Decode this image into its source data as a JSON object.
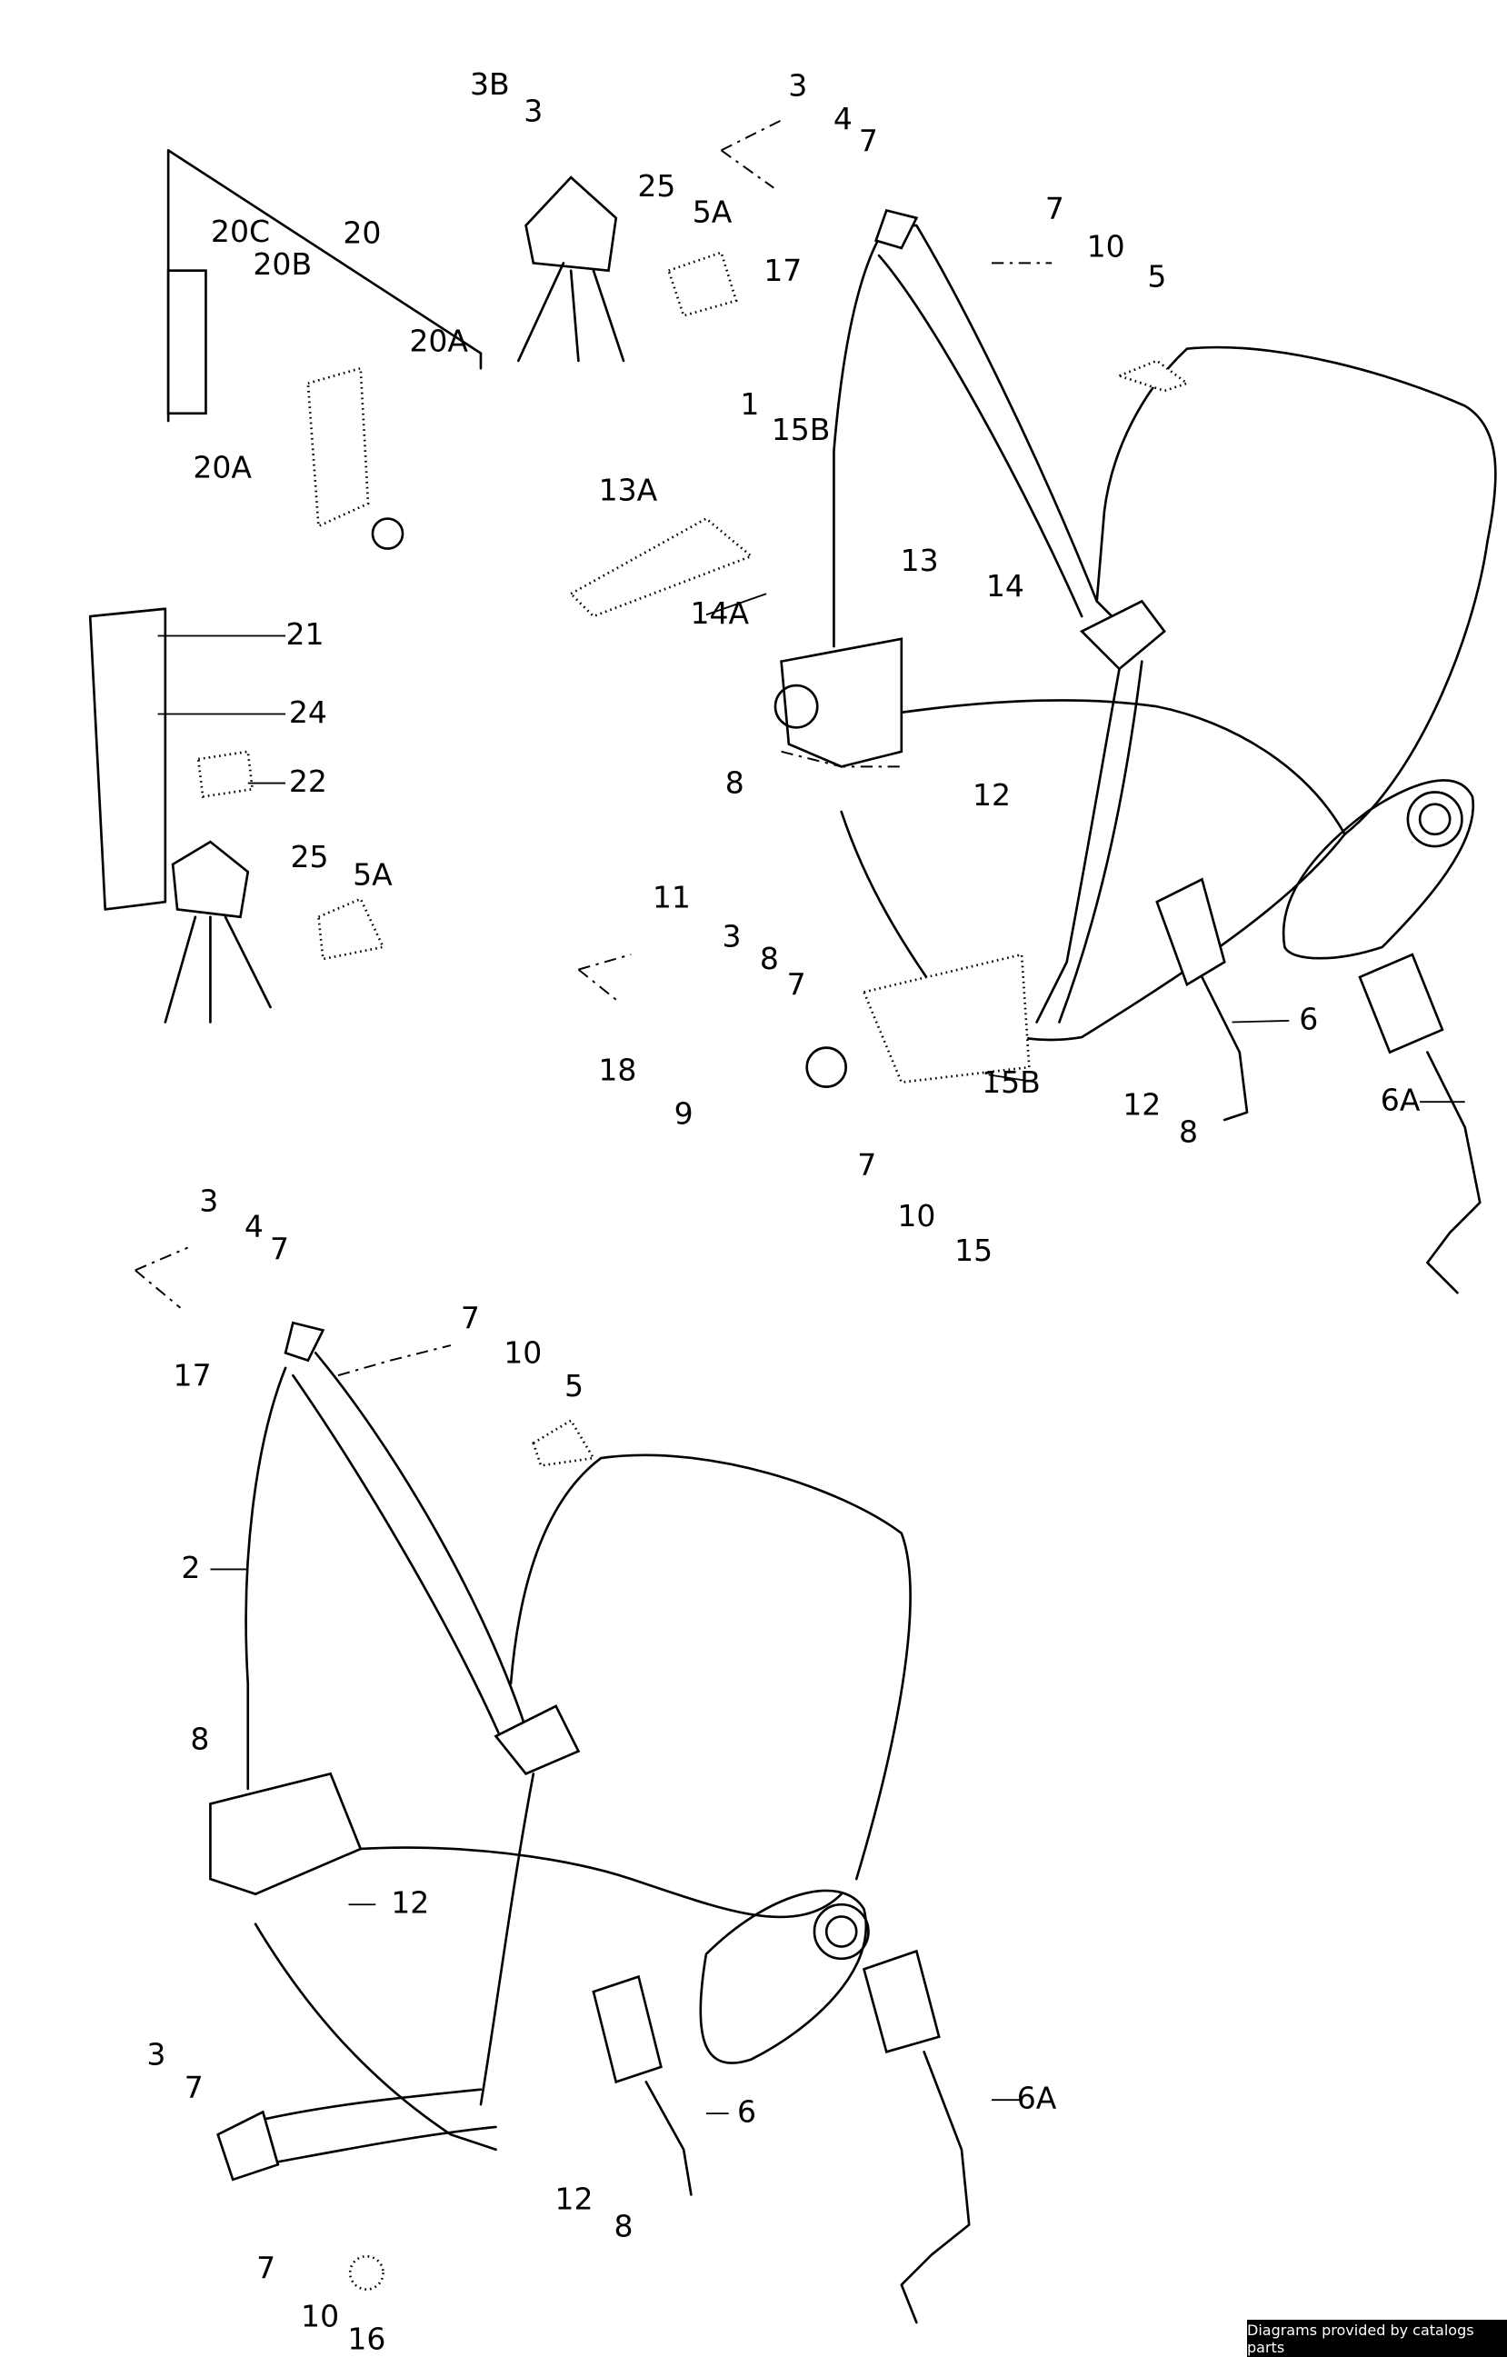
{
  "diagram": {
    "labels": {
      "top": [
        "3B",
        "3",
        "25",
        "5A",
        "3",
        "4",
        "7",
        "17",
        "7",
        "10",
        "5",
        "20C",
        "20B",
        "20",
        "20A",
        "20A",
        "1",
        "15B",
        "13A",
        "13",
        "14",
        "14A",
        "21",
        "24",
        "22",
        "8",
        "12",
        "25",
        "5A",
        "11",
        "3",
        "8",
        "7",
        "18",
        "9",
        "15B",
        "6",
        "12",
        "8",
        "6A",
        "7",
        "10",
        "15"
      ],
      "bottom": [
        "3",
        "4",
        "7",
        "17",
        "7",
        "10",
        "5",
        "2",
        "8",
        "12",
        "3",
        "7",
        "6",
        "6A",
        "12",
        "8",
        "7",
        "10",
        "16"
      ]
    }
  },
  "footer": {
    "credit": "Diagrams provided by catalogs parts"
  }
}
